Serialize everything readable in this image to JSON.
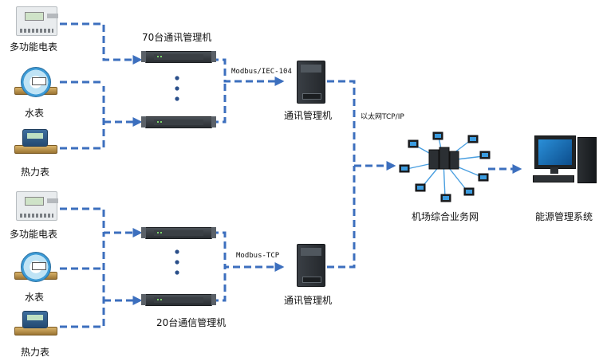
{
  "labels": {
    "multifunction_meter_top": "多功能电表",
    "water_meter_top": "水表",
    "heat_meter_top": "热力表",
    "multifunction_meter_bottom": "多功能电表",
    "water_meter_bottom": "水表",
    "heat_meter_bottom": "热力表",
    "comm_group_top": "70台通讯管理机",
    "comm_group_bottom": "20台通信管理机",
    "gateway_top": "通讯管理机",
    "gateway_bottom": "通讯管理机",
    "protocol_top": "Modbus/IEC-104",
    "protocol_bottom": "Modbus-TCP",
    "ethernet": "以太网TCP/IP",
    "airport_network": "机场综合业务网",
    "energy_system": "能源管理系统"
  },
  "icons": {
    "multifunction_meter": "electric-meter-icon",
    "water_meter": "water-meter-icon",
    "heat_meter": "heat-meter-icon",
    "comm_rack": "rack-server-icon",
    "gateway": "gateway-device-icon",
    "network": "network-cluster-icon",
    "workstation": "workstation-icon"
  },
  "colors": {
    "connector": "#3c6fbe",
    "label": "#111111"
  }
}
